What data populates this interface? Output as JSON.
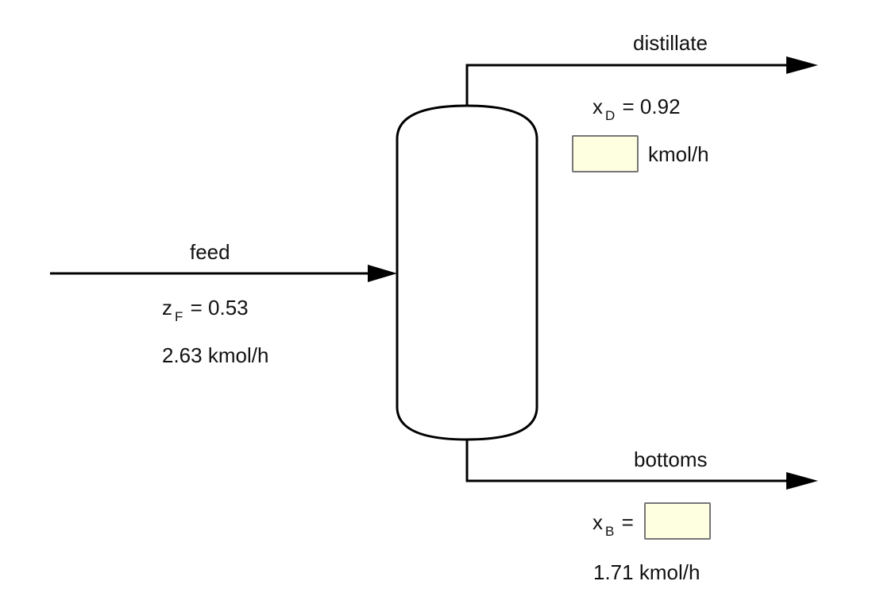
{
  "feed": {
    "label": "feed",
    "composition_symbol": "z",
    "composition_subscript": "F",
    "composition_value": "= 0.53",
    "flow": "2.63 kmol/h"
  },
  "distillate": {
    "label": "distillate",
    "composition_symbol": "x",
    "composition_subscript": "D",
    "composition_value": "= 0.92",
    "flow_input_value": "",
    "flow_unit": "kmol/h"
  },
  "bottoms": {
    "label": "bottoms",
    "composition_symbol": "x",
    "composition_subscript": "B",
    "composition_equals": "=",
    "composition_input_value": "",
    "flow": "1.71 kmol/h"
  },
  "colors": {
    "line": "#000000",
    "input_fill": "#fefee0",
    "input_border": "#767676"
  }
}
